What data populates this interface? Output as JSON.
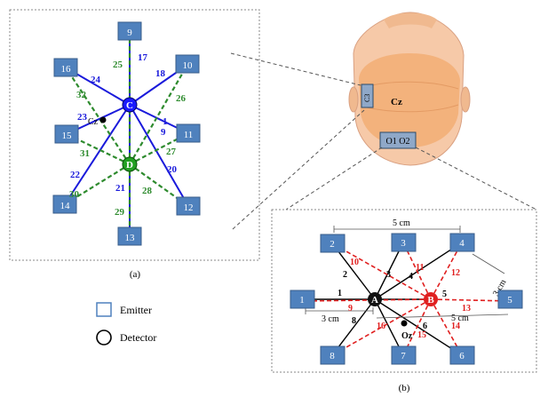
{
  "panel_a": {
    "caption": "(a)",
    "sources": [
      {
        "id": "src-c",
        "label": "C"
      },
      {
        "id": "src-d",
        "label": "D"
      }
    ],
    "electrode": "Cz",
    "boxes": [
      {
        "label": "9"
      },
      {
        "label": "10"
      },
      {
        "label": "11"
      },
      {
        "label": "12"
      },
      {
        "label": "13"
      },
      {
        "label": "14"
      },
      {
        "label": "15"
      },
      {
        "label": "16"
      }
    ],
    "blue_channels": [
      {
        "label": "17"
      },
      {
        "label": "18"
      },
      {
        "label": "1"
      },
      {
        "label": "9"
      },
      {
        "label": "20"
      },
      {
        "label": "21"
      },
      {
        "label": "22"
      },
      {
        "label": "23"
      },
      {
        "label": "24"
      }
    ],
    "green_channels": [
      {
        "label": "25"
      },
      {
        "label": "26"
      },
      {
        "label": "27"
      },
      {
        "label": "28"
      },
      {
        "label": "29"
      },
      {
        "label": "30"
      },
      {
        "label": "31"
      },
      {
        "label": "32"
      }
    ]
  },
  "head": {
    "cz_label": "Cz",
    "c3_label": "C3",
    "occ_label": "O1 O2"
  },
  "legend": {
    "emitter": "Emitter",
    "detector": "Detector"
  },
  "panel_b": {
    "caption": "(b)",
    "sources": [
      {
        "id": "src-a",
        "label": "A"
      },
      {
        "id": "src-b",
        "label": "B"
      }
    ],
    "electrode": "Oz",
    "boxes": [
      {
        "label": "1"
      },
      {
        "label": "2"
      },
      {
        "label": "3"
      },
      {
        "label": "4"
      },
      {
        "label": "5"
      },
      {
        "label": "6"
      },
      {
        "label": "7"
      },
      {
        "label": "8"
      }
    ],
    "black_channels": [
      {
        "label": "1"
      },
      {
        "label": "2"
      },
      {
        "label": "3"
      },
      {
        "label": "4"
      },
      {
        "label": "5"
      },
      {
        "label": "6"
      },
      {
        "label": "8"
      }
    ],
    "red_channels": [
      {
        "label": "9"
      },
      {
        "label": "10"
      },
      {
        "label": "11"
      },
      {
        "label": "12"
      },
      {
        "label": "13"
      },
      {
        "label": "14"
      },
      {
        "label": "15"
      },
      {
        "label": "16"
      }
    ],
    "dimensions": [
      {
        "label": "5 cm"
      },
      {
        "label": "3 cm"
      },
      {
        "label": "3 cm"
      },
      {
        "label": "5 cm"
      }
    ]
  },
  "colors": {
    "box_fill": "#4f81bd",
    "box_stroke": "#385d8a",
    "blue": "#1a1adb",
    "green": "#2e8b2e",
    "red": "#e02020",
    "source_c": "#1a1aff",
    "source_d": "#22a022",
    "source_a": "#111111",
    "source_b": "#e02020",
    "head_skin": "#f6c9a8",
    "head_brain": "#f3b27c"
  }
}
